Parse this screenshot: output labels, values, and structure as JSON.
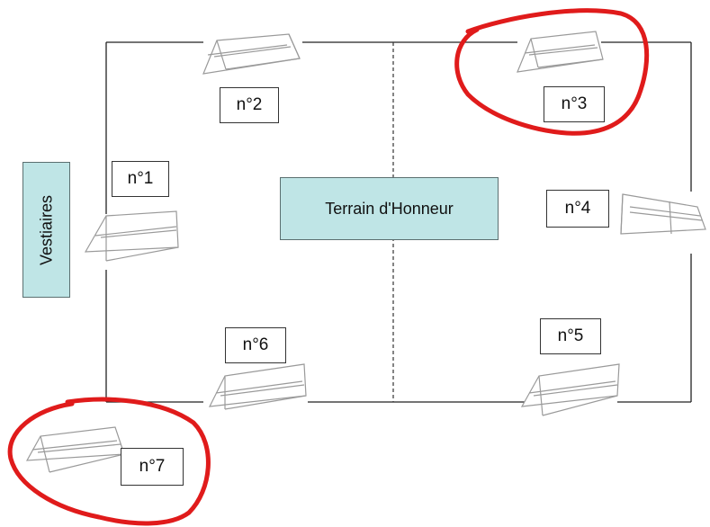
{
  "field": {
    "title": "Terrain d'Honneur",
    "locker_room": "Vestiaires"
  },
  "goals": [
    {
      "label": "n°1"
    },
    {
      "label": "n°2"
    },
    {
      "label": "n°3",
      "highlighted": true
    },
    {
      "label": "n°4"
    },
    {
      "label": "n°5"
    },
    {
      "label": "n°6"
    },
    {
      "label": "n°7",
      "highlighted": true
    }
  ],
  "colors": {
    "label_fill": "#bfe5e6",
    "highlight": "#e01b1b",
    "line": "#222222"
  }
}
